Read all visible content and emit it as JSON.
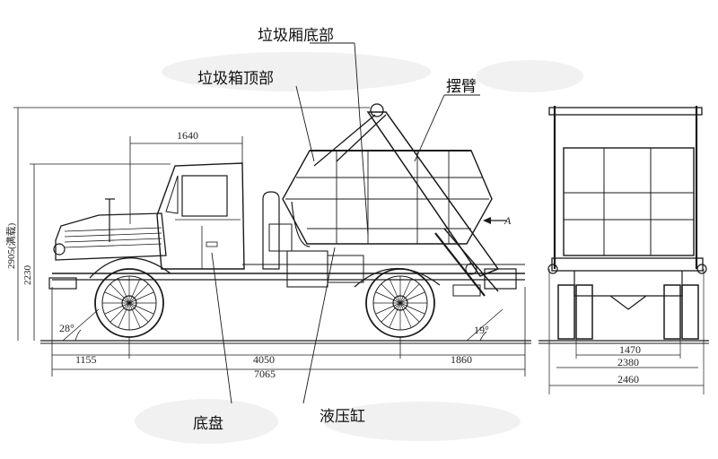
{
  "labels": {
    "box_bottom": "垃圾厢底部",
    "box_top": "垃圾箱顶部",
    "swing_arm": "摆臂",
    "chassis": "底盘",
    "hydraulic_cylinder": "液压缸",
    "view_marker": "A"
  },
  "dimensions": {
    "cab_length": "1640",
    "front_overhang": "1155",
    "wheelbase": "4050",
    "rear_overhang": "1860",
    "overall_length": "7065",
    "overall_height": "2905(满载)",
    "height_2": "2230",
    "approach_angle": "28°",
    "departure_angle": "19°",
    "track_rear": "1470",
    "frame_width": "2380",
    "overall_width": "2460"
  }
}
